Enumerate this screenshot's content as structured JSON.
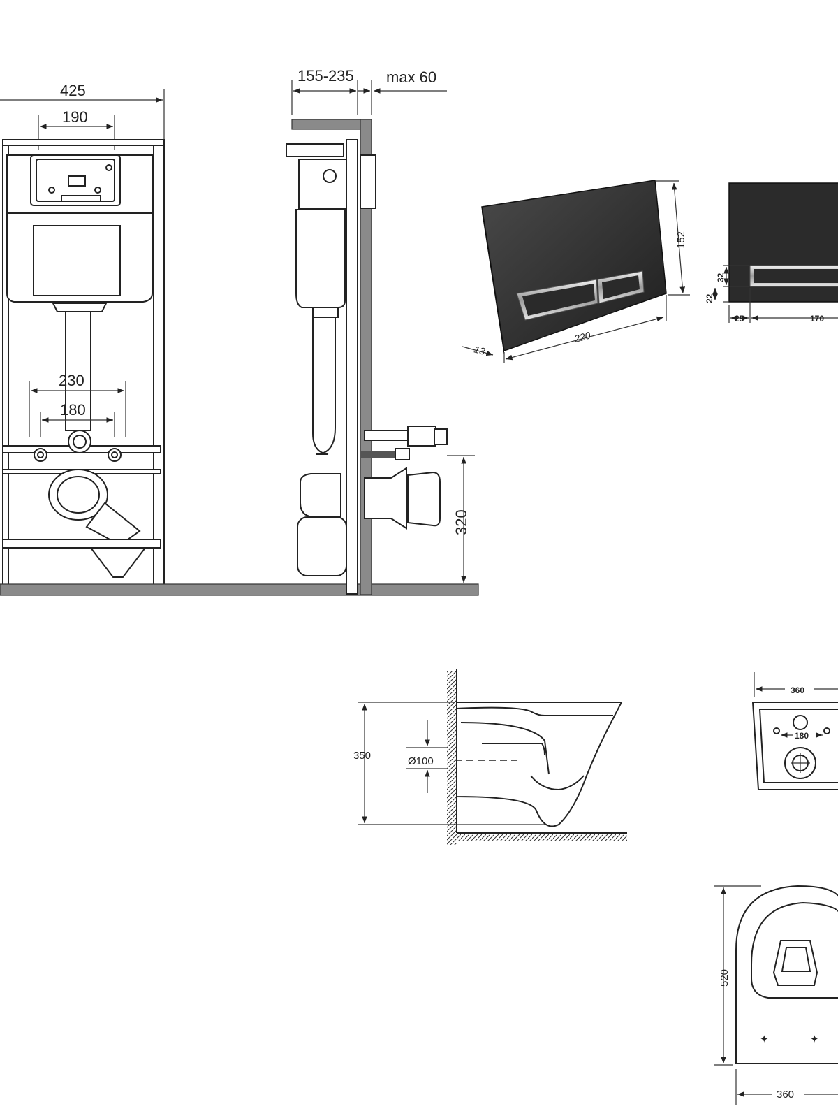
{
  "frame_front": {
    "width_total": "425",
    "width_plate": "190",
    "bolt_outer": "230",
    "bolt_inner": "180"
  },
  "frame_side": {
    "wall_depth": "155-235",
    "max_depth": "max 60",
    "height_outlet": "320"
  },
  "flush_plate": {
    "height": "152",
    "width": "220",
    "depth": "13",
    "btn_height": "32",
    "btn_offset": "22",
    "btn_left": "25",
    "btn_width": "170"
  },
  "bowl_side": {
    "height": "350",
    "pipe": "Ø100"
  },
  "bowl_back": {
    "width": "360",
    "bolts": "180"
  },
  "bowl_top": {
    "length": "520",
    "width": "360"
  },
  "colors": {
    "line": "#222222",
    "fill_frame": "#ffffff",
    "plate_dark": "#2b2b2b",
    "ground": "#888888"
  }
}
